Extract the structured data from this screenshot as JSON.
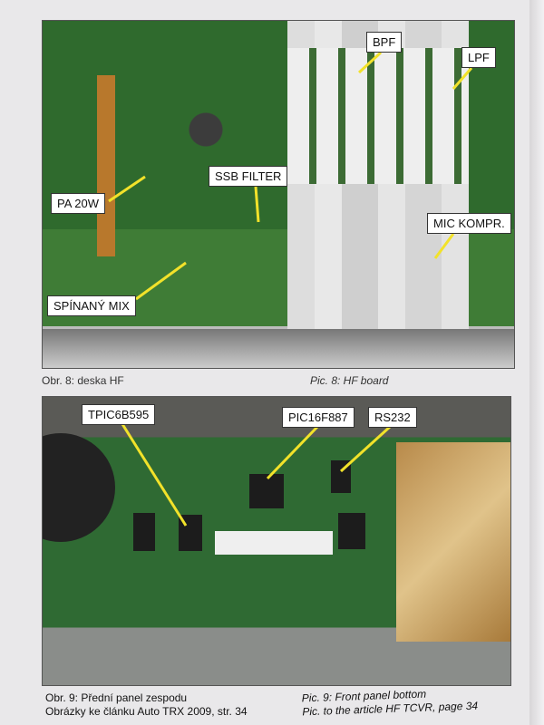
{
  "figure8": {
    "labels": {
      "bpf": "BPF",
      "lpf": "LPF",
      "pa": "PA 20W",
      "ssb": "SSB FILTER",
      "mic": "MIC KOMPR.",
      "mix": "SPÍNANÝ MIX"
    },
    "caption_cz": "Obr. 8: deska HF",
    "caption_en": "Pic. 8: HF board"
  },
  "figure9": {
    "labels": {
      "tpic": "TPIC6B595",
      "pic": "PIC16F887",
      "rs232": "RS232"
    },
    "caption_cz_1": "Obr. 9: Přední panel zespodu",
    "caption_cz_2": "Obrázky ke článku Auto TRX 2009, str. 34",
    "caption_en_1": "Pic. 9: Front panel bottom",
    "caption_en_2": "Pic. to the article HF TCVR, page 34"
  },
  "colors": {
    "arrow": "#f2e22a",
    "pcb": "#2f6a2d"
  }
}
